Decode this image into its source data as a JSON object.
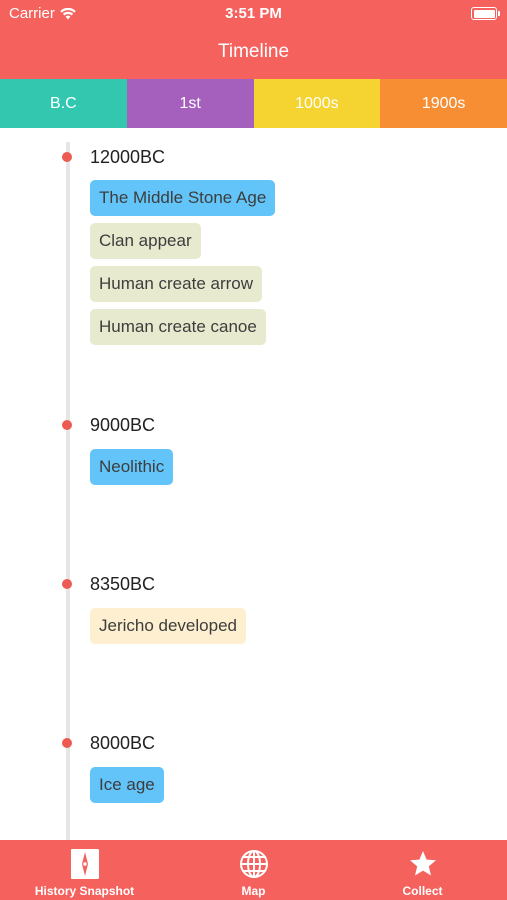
{
  "status_bar": {
    "carrier": "Carrier",
    "time": "3:51 PM"
  },
  "header": {
    "title": "Timeline"
  },
  "colors": {
    "header": "#F5625E",
    "tab_bc": "#33C7B0",
    "tab_1st": "#A560BE",
    "tab_1000s": "#F5D331",
    "tab_1900s": "#F78E34",
    "dot": "#EC5A52",
    "event_blue": "#62C4F8",
    "event_green": "#E8EACF",
    "event_cream": "#FDEFCF"
  },
  "tabs": [
    {
      "label": "B.C"
    },
    {
      "label": "1st"
    },
    {
      "label": "1000s"
    },
    {
      "label": "1900s"
    }
  ],
  "timeline": [
    {
      "year": "12000BC",
      "events": [
        {
          "label": "The Middle Stone Age",
          "style": "blue"
        },
        {
          "label": "Clan appear",
          "style": "green"
        },
        {
          "label": "Human create arrow",
          "style": "green"
        },
        {
          "label": "Human create canoe",
          "style": "green"
        }
      ]
    },
    {
      "year": "9000BC",
      "events": [
        {
          "label": "Neolithic",
          "style": "blue"
        }
      ]
    },
    {
      "year": "8350BC",
      "events": [
        {
          "label": "Jericho developed",
          "style": "cream"
        }
      ]
    },
    {
      "year": "8000BC",
      "events": [
        {
          "label": "Ice age",
          "style": "blue"
        }
      ]
    }
  ],
  "tabbar": [
    {
      "label": "History Snapshot",
      "icon": "compass-book-icon"
    },
    {
      "label": "Map",
      "icon": "globe-icon"
    },
    {
      "label": "Collect",
      "icon": "star-icon"
    }
  ]
}
